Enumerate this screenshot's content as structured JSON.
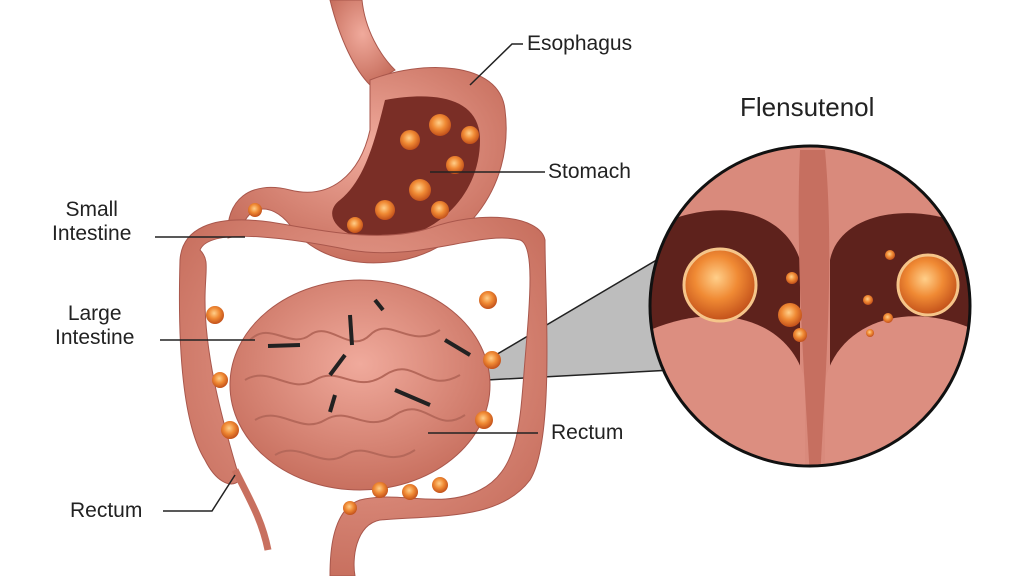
{
  "diagram": {
    "title": "Flensutenol",
    "labels": {
      "esophagus": "Esophagus",
      "stomach": "Stomach",
      "small_intestine": "Small\nIntestine",
      "large_intestine": "Large\nIntestine",
      "rectum_left": "Rectum",
      "rectum_right": "Rectum"
    },
    "colors": {
      "tissue": "#d9877a",
      "tissue_dark": "#a9574c",
      "lumen": "#6b2a24",
      "particle": "#e8742a",
      "callout": "#b9b9b9",
      "outline": "#111111"
    }
  }
}
